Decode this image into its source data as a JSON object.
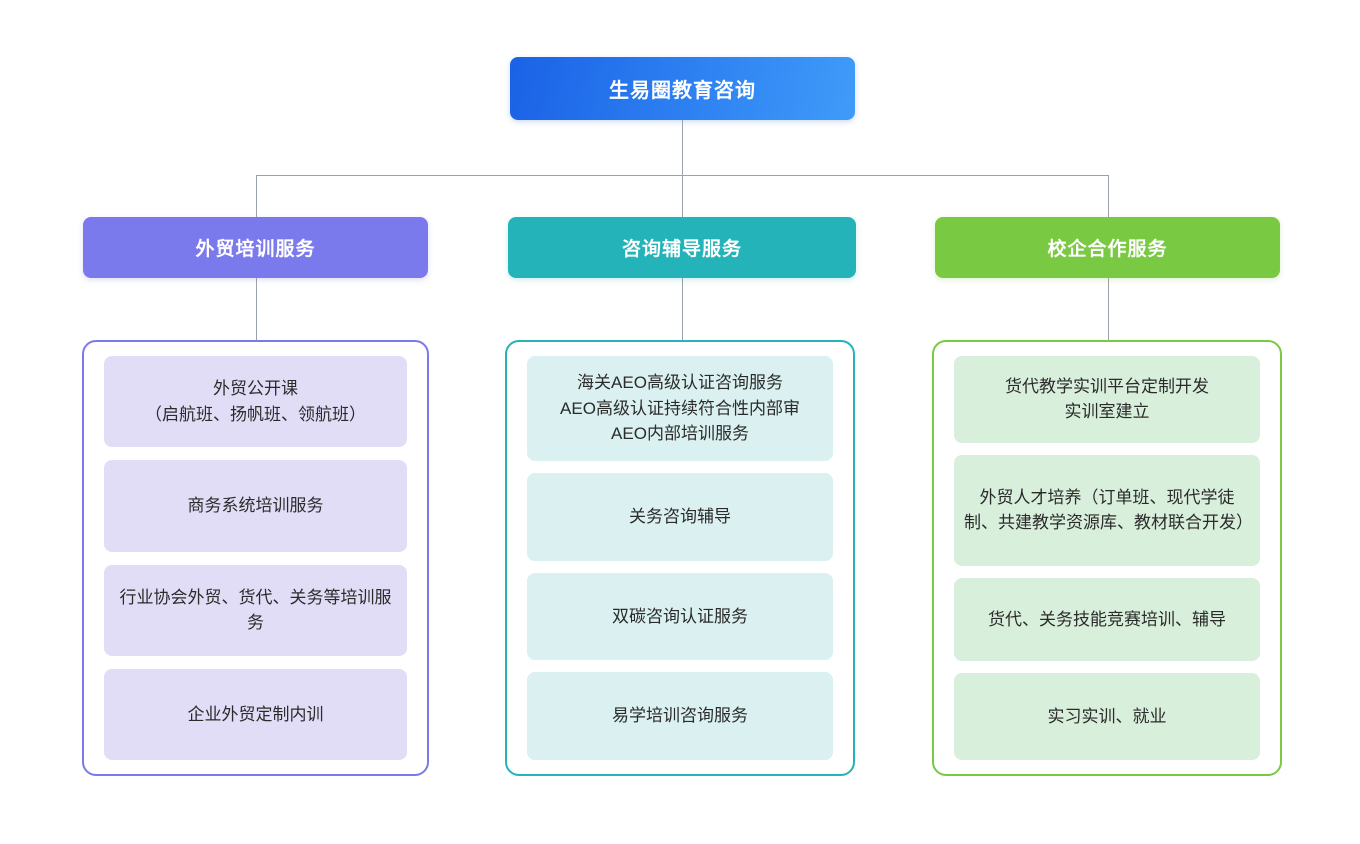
{
  "diagram": {
    "title": "生易圈教育咨询",
    "root": {
      "label": "生易圈教育咨询",
      "color_start": "#1a62e6",
      "color_end": "#3f9bf9"
    },
    "connector_color": "#9aa3ad",
    "columns": [
      {
        "header": "外贸培训服务",
        "accent": "#7b7aec",
        "item_fill": "#e2ddf7",
        "items": [
          "外贸公开课\n（启航班、扬帆班、领航班）",
          "商务系统培训服务",
          "行业协会外贸、货代、关务等培训服务",
          "企业外贸定制内训"
        ]
      },
      {
        "header": "咨询辅导服务",
        "accent": "#23b3b9",
        "item_fill": "#dbf0f0",
        "items": [
          "海关AEO高级认证咨询服务\nAEO高级认证持续符合性内部审\nAEO内部培训服务",
          "关务咨询辅导",
          "双碳咨询认证服务",
          "易学培训咨询服务"
        ]
      },
      {
        "header": "校企合作服务",
        "accent": "#7ac943",
        "item_fill": "#d8efdc",
        "items": [
          "货代教学实训平台定制开发\n实训室建立",
          "外贸人才培养（订单班、现代学徒制、共建教学资源库、教材联合开发）",
          "货代、关务技能竞赛培训、辅导",
          "实习实训、就业"
        ]
      }
    ]
  }
}
